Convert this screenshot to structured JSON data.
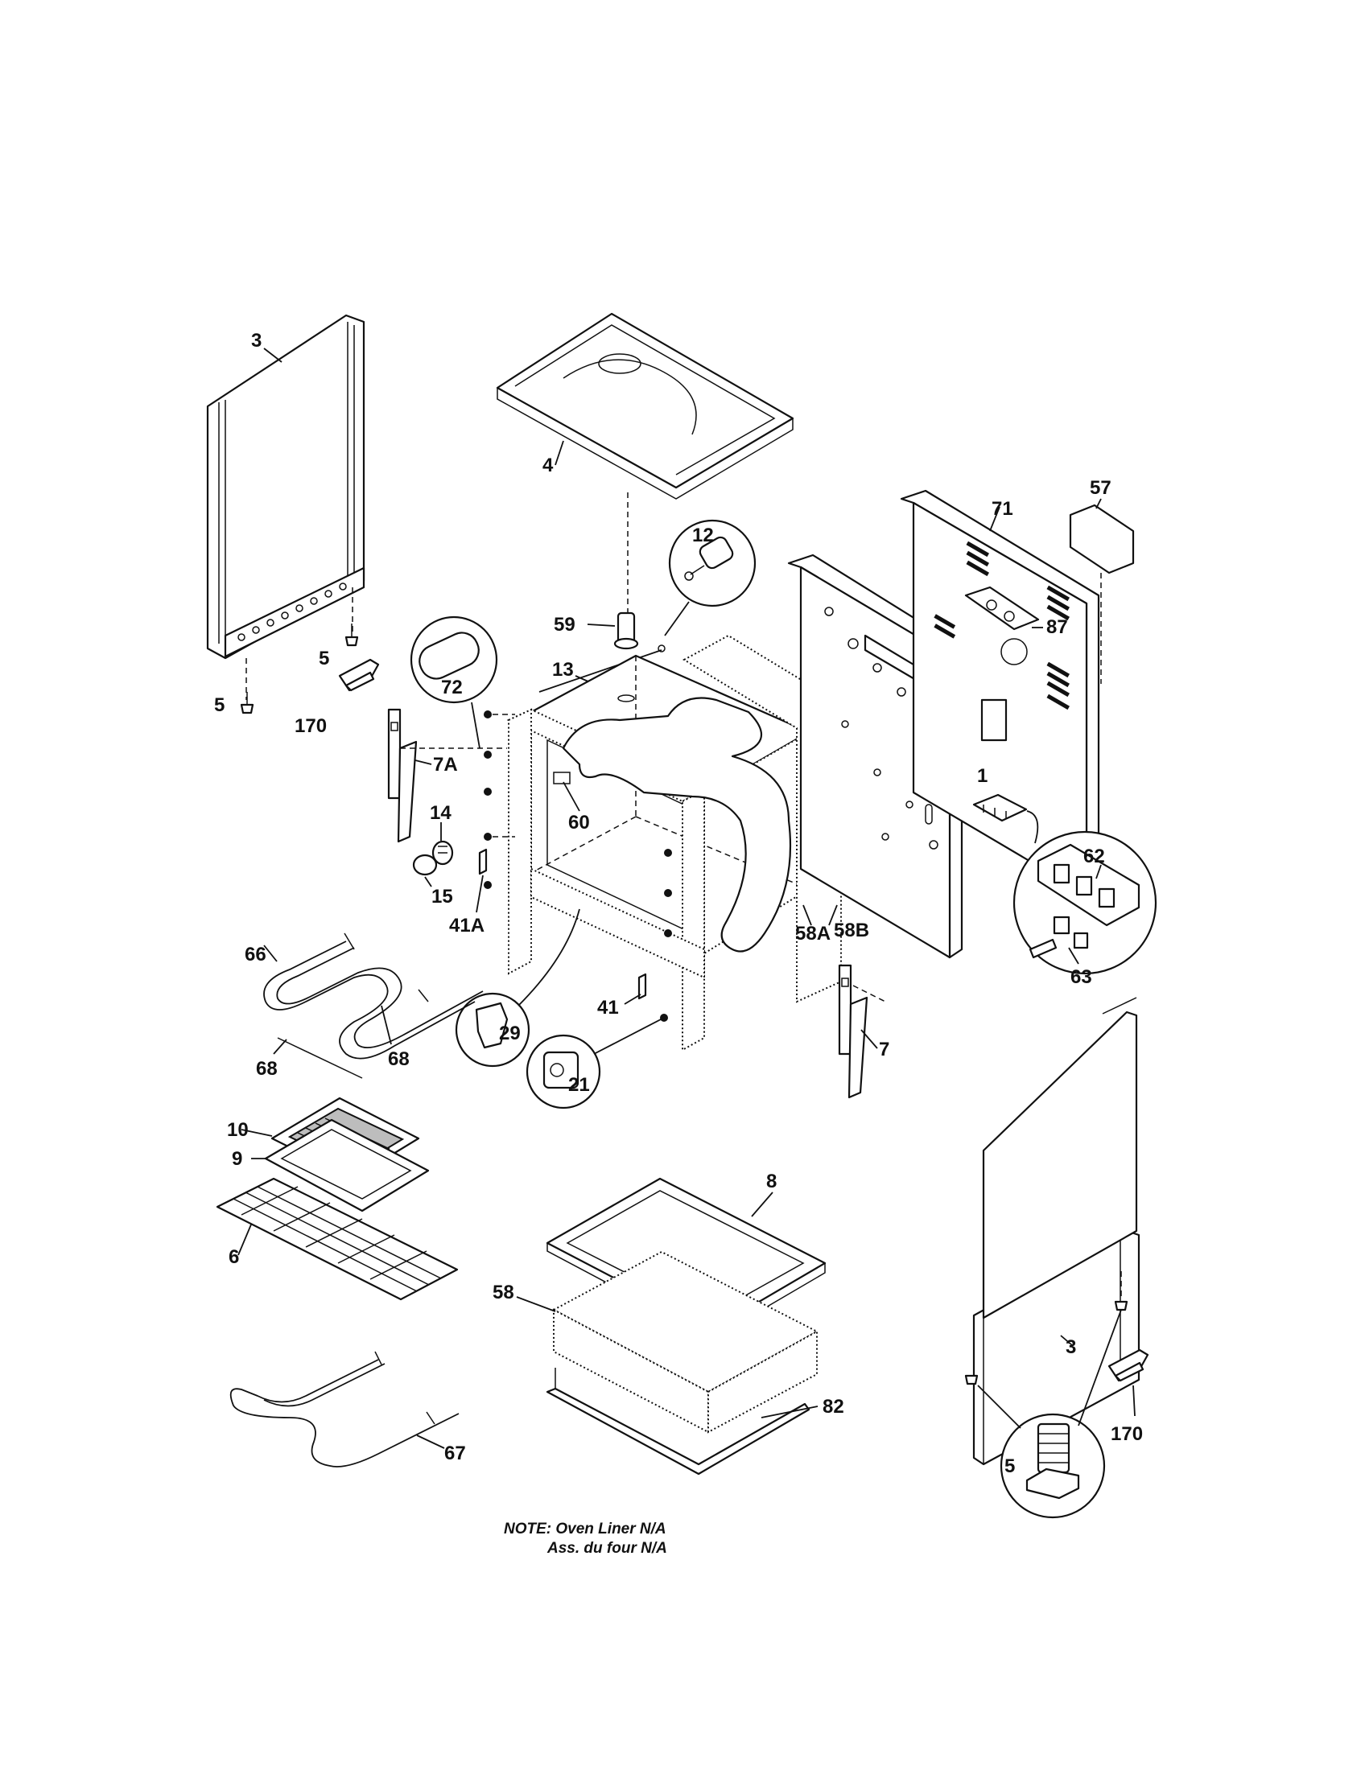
{
  "labels": {
    "p3_left": "3",
    "p4": "4",
    "p57": "57",
    "p71": "71",
    "p12": "12",
    "p87": "87",
    "p59": "59",
    "p13": "13",
    "p72": "72",
    "p5_upper": "5",
    "p5_lower": "5",
    "p170_left": "170",
    "p7a": "7A",
    "p1": "1",
    "p14": "14",
    "p60": "60",
    "p15": "15",
    "p62": "62",
    "p41a": "41A",
    "p58a": "58A",
    "p58b": "58B",
    "p63": "63",
    "p66": "66",
    "p41": "41",
    "p29": "29",
    "p7": "7",
    "p68_right": "68",
    "p68_left": "68",
    "p21": "21",
    "p10": "10",
    "p9": "9",
    "p8": "8",
    "p6": "6",
    "p58": "58",
    "p3_right": "3",
    "p82": "82",
    "p170_right": "170",
    "p5_circle": "5",
    "p67": "67"
  },
  "note": {
    "line1": "NOTE: Oven Liner N/A",
    "line2": "Ass. du four N/A"
  }
}
